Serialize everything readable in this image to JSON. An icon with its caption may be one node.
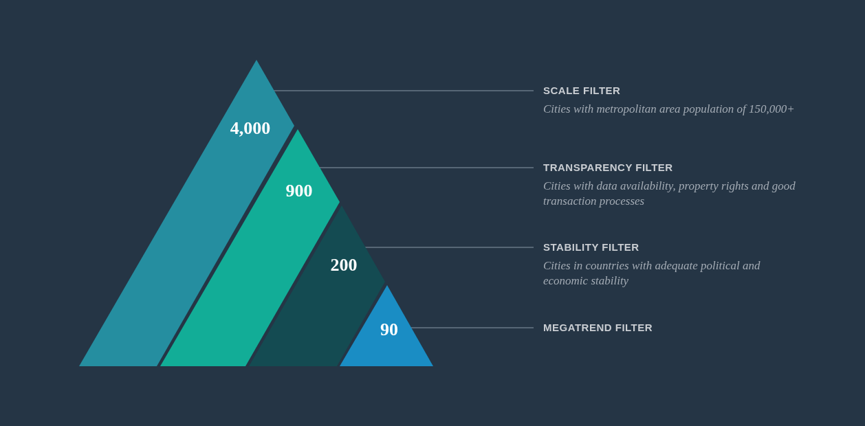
{
  "diagram": {
    "nodes": [
      {
        "text": [
          "4,000"
        ]
      },
      {
        "text": [
          "900"
        ]
      },
      {
        "text": [
          "200"
        ]
      },
      {
        "text": [
          "90"
        ]
      },
      {
        "text": [
          "SCALE FILTER",
          "Cities with metropolitan area population of 150,000+"
        ]
      },
      {
        "text": [
          "TRANSPARENCY FILTER",
          "Cities with data availability, property rights and good transaction processes"
        ]
      },
      {
        "text": [
          "STABILITY FILTER",
          "Cities in countries with adequate political and economic stability"
        ]
      },
      {
        "text": [
          "MEGATREND FILTER"
        ]
      }
    ],
    "edges": [
      {
        "from": 4,
        "to": 0,
        "arrow": "none"
      },
      {
        "from": 5,
        "to": 1,
        "arrow": "none"
      },
      {
        "from": 6,
        "to": 2,
        "arrow": "none"
      },
      {
        "from": 7,
        "to": 3,
        "arrow": "none"
      }
    ]
  }
}
